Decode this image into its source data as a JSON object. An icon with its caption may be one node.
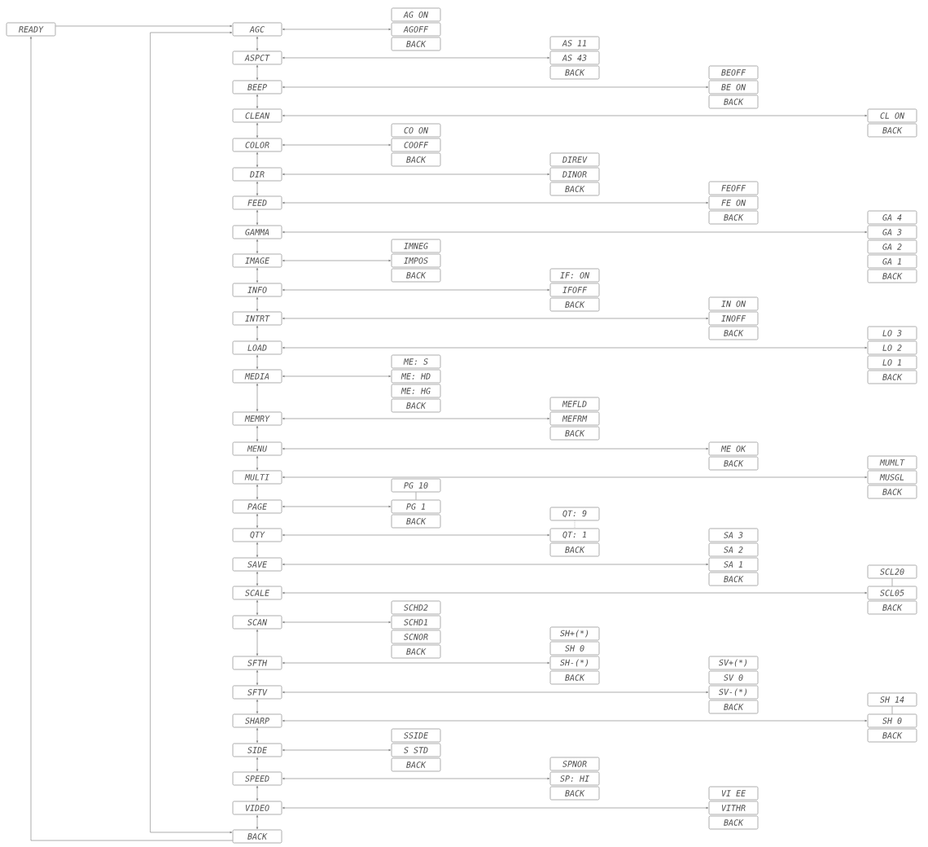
{
  "diagram": {
    "nodes": [
      {
        "text": [
          "READY"
        ]
      },
      {
        "text": [
          "AGC"
        ]
      },
      {
        "text": [
          "AG ON"
        ]
      },
      {
        "text": [
          "AGOFF"
        ]
      },
      {
        "text": [
          "BACK"
        ]
      },
      {
        "text": [
          "ASPCT"
        ]
      },
      {
        "text": [
          "AS 11"
        ]
      },
      {
        "text": [
          "AS 43"
        ]
      },
      {
        "text": [
          "BACK"
        ]
      },
      {
        "text": [
          "BEEP"
        ]
      },
      {
        "text": [
          "BEOFF"
        ]
      },
      {
        "text": [
          "BE ON"
        ]
      },
      {
        "text": [
          "BACK"
        ]
      },
      {
        "text": [
          "CLEAN"
        ]
      },
      {
        "text": [
          "CL ON"
        ]
      },
      {
        "text": [
          "BACK"
        ]
      },
      {
        "text": [
          "COLOR"
        ]
      },
      {
        "text": [
          "CO ON"
        ]
      },
      {
        "text": [
          "COOFF"
        ]
      },
      {
        "text": [
          "BACK"
        ]
      },
      {
        "text": [
          "DIR"
        ]
      },
      {
        "text": [
          "DIREV"
        ]
      },
      {
        "text": [
          "DINOR"
        ]
      },
      {
        "text": [
          "BACK"
        ]
      },
      {
        "text": [
          "FEED"
        ]
      },
      {
        "text": [
          "FEOFF"
        ]
      },
      {
        "text": [
          "FE ON"
        ]
      },
      {
        "text": [
          "BACK"
        ]
      },
      {
        "text": [
          "GAMMA"
        ]
      },
      {
        "text": [
          "GA 4"
        ]
      },
      {
        "text": [
          "GA 3"
        ]
      },
      {
        "text": [
          "GA 2"
        ]
      },
      {
        "text": [
          "GA 1"
        ]
      },
      {
        "text": [
          "BACK"
        ]
      },
      {
        "text": [
          "IMAGE"
        ]
      },
      {
        "text": [
          "IMNEG"
        ]
      },
      {
        "text": [
          "IMPOS"
        ]
      },
      {
        "text": [
          "BACK"
        ]
      },
      {
        "text": [
          "INFO"
        ]
      },
      {
        "text": [
          "IF: ON"
        ]
      },
      {
        "text": [
          "IFOFF"
        ]
      },
      {
        "text": [
          "BACK"
        ]
      },
      {
        "text": [
          "INTRT"
        ]
      },
      {
        "text": [
          "IN ON"
        ]
      },
      {
        "text": [
          "INOFF"
        ]
      },
      {
        "text": [
          "BACK"
        ]
      },
      {
        "text": [
          "LOAD"
        ]
      },
      {
        "text": [
          "LO 3"
        ]
      },
      {
        "text": [
          "LO 2"
        ]
      },
      {
        "text": [
          "LO 1"
        ]
      },
      {
        "text": [
          "BACK"
        ]
      },
      {
        "text": [
          "MEDIA"
        ]
      },
      {
        "text": [
          "ME: S"
        ]
      },
      {
        "text": [
          "ME: HD"
        ]
      },
      {
        "text": [
          "ME: HG"
        ]
      },
      {
        "text": [
          "BACK"
        ]
      },
      {
        "text": [
          "MEMRY"
        ]
      },
      {
        "text": [
          "MEFLD"
        ]
      },
      {
        "text": [
          "MEFRM"
        ]
      },
      {
        "text": [
          "BACK"
        ]
      },
      {
        "text": [
          "MENU"
        ]
      },
      {
        "text": [
          "ME OK"
        ]
      },
      {
        "text": [
          "BACK"
        ]
      },
      {
        "text": [
          "MULTI"
        ]
      },
      {
        "text": [
          "MUMLT"
        ]
      },
      {
        "text": [
          "MUSGL"
        ]
      },
      {
        "text": [
          "BACK"
        ]
      },
      {
        "text": [
          "PAGE"
        ]
      },
      {
        "text": [
          "PG 10"
        ]
      },
      {
        "text": [
          "PG 1"
        ]
      },
      {
        "text": [
          "BACK"
        ]
      },
      {
        "text": [
          "QTY"
        ]
      },
      {
        "text": [
          "QT: 9"
        ]
      },
      {
        "text": [
          "QT: 1"
        ]
      },
      {
        "text": [
          "BACK"
        ]
      },
      {
        "text": [
          "SAVE"
        ]
      },
      {
        "text": [
          "SA 3"
        ]
      },
      {
        "text": [
          "SA 2"
        ]
      },
      {
        "text": [
          "SA 1"
        ]
      },
      {
        "text": [
          "BACK"
        ]
      },
      {
        "text": [
          "SCALE"
        ]
      },
      {
        "text": [
          "SCL20"
        ]
      },
      {
        "text": [
          "SCL05"
        ]
      },
      {
        "text": [
          "BACK"
        ]
      },
      {
        "text": [
          "SCAN"
        ]
      },
      {
        "text": [
          "SCHD2"
        ]
      },
      {
        "text": [
          "SCHD1"
        ]
      },
      {
        "text": [
          "SCNOR"
        ]
      },
      {
        "text": [
          "BACK"
        ]
      },
      {
        "text": [
          "SFTH"
        ]
      },
      {
        "text": [
          "SH+(*)"
        ]
      },
      {
        "text": [
          "SH 0"
        ]
      },
      {
        "text": [
          "SH-(*)"
        ]
      },
      {
        "text": [
          "BACK"
        ]
      },
      {
        "text": [
          "SFTV"
        ]
      },
      {
        "text": [
          "SV+(*)"
        ]
      },
      {
        "text": [
          "SV 0"
        ]
      },
      {
        "text": [
          "SV-(*)"
        ]
      },
      {
        "text": [
          "BACK"
        ]
      },
      {
        "text": [
          "SHARP"
        ]
      },
      {
        "text": [
          "SH 14"
        ]
      },
      {
        "text": [
          "SH 0"
        ]
      },
      {
        "text": [
          "BACK"
        ]
      },
      {
        "text": [
          "SIDE"
        ]
      },
      {
        "text": [
          "SSIDE"
        ]
      },
      {
        "text": [
          "S STD"
        ]
      },
      {
        "text": [
          "BACK"
        ]
      },
      {
        "text": [
          "SPEED"
        ]
      },
      {
        "text": [
          "SPNOR"
        ]
      },
      {
        "text": [
          "SP: HI"
        ]
      },
      {
        "text": [
          "BACK"
        ]
      },
      {
        "text": [
          "VIDEO"
        ]
      },
      {
        "text": [
          "VI EE"
        ]
      },
      {
        "text": [
          "VITHR"
        ]
      },
      {
        "text": [
          "BACK"
        ]
      },
      {
        "text": [
          "BACK"
        ]
      }
    ],
    "edges": [
      {
        "from": 0,
        "to": 1,
        "arrow": "to"
      },
      {
        "from": 115,
        "to": 1,
        "arrow": "both"
      },
      {
        "from": 115,
        "to": 0,
        "arrow": "to"
      },
      {
        "from": 1,
        "to": 5,
        "arrow": "both"
      },
      {
        "from": 5,
        "to": 9,
        "arrow": "both"
      },
      {
        "from": 9,
        "to": 13,
        "arrow": "both"
      },
      {
        "from": 13,
        "to": 16,
        "arrow": "both"
      },
      {
        "from": 16,
        "to": 20,
        "arrow": "both"
      },
      {
        "from": 20,
        "to": 24,
        "arrow": "both"
      },
      {
        "from": 24,
        "to": 28,
        "arrow": "both"
      },
      {
        "from": 28,
        "to": 34,
        "arrow": "both"
      },
      {
        "from": 34,
        "to": 38,
        "arrow": "both"
      },
      {
        "from": 38,
        "to": 42,
        "arrow": "both"
      },
      {
        "from": 42,
        "to": 46,
        "arrow": "both"
      },
      {
        "from": 46,
        "to": 51,
        "arrow": "both"
      },
      {
        "from": 51,
        "to": 56,
        "arrow": "both"
      },
      {
        "from": 56,
        "to": 60,
        "arrow": "both"
      },
      {
        "from": 60,
        "to": 63,
        "arrow": "both"
      },
      {
        "from": 63,
        "to": 67,
        "arrow": "both"
      },
      {
        "from": 67,
        "to": 71,
        "arrow": "both"
      },
      {
        "from": 71,
        "to": 75,
        "arrow": "both"
      },
      {
        "from": 75,
        "to": 80,
        "arrow": "both"
      },
      {
        "from": 80,
        "to": 84,
        "arrow": "both"
      },
      {
        "from": 84,
        "to": 89,
        "arrow": "both"
      },
      {
        "from": 89,
        "to": 94,
        "arrow": "both"
      },
      {
        "from": 94,
        "to": 99,
        "arrow": "both"
      },
      {
        "from": 99,
        "to": 103,
        "arrow": "both"
      },
      {
        "from": 103,
        "to": 107,
        "arrow": "both"
      },
      {
        "from": 107,
        "to": 111,
        "arrow": "both"
      },
      {
        "from": 111,
        "to": 115,
        "arrow": "both"
      },
      {
        "from": 1,
        "to": 3,
        "arrow": "both"
      },
      {
        "from": 5,
        "to": 7,
        "arrow": "both"
      },
      {
        "from": 9,
        "to": 11,
        "arrow": "both"
      },
      {
        "from": 13,
        "to": 14,
        "arrow": "both"
      },
      {
        "from": 16,
        "to": 18,
        "arrow": "both"
      },
      {
        "from": 20,
        "to": 22,
        "arrow": "both"
      },
      {
        "from": 24,
        "to": 26,
        "arrow": "both"
      },
      {
        "from": 28,
        "to": 30,
        "arrow": "both"
      },
      {
        "from": 34,
        "to": 36,
        "arrow": "both"
      },
      {
        "from": 38,
        "to": 40,
        "arrow": "both"
      },
      {
        "from": 42,
        "to": 44,
        "arrow": "both"
      },
      {
        "from": 46,
        "to": 48,
        "arrow": "both"
      },
      {
        "from": 51,
        "to": 53,
        "arrow": "both"
      },
      {
        "from": 56,
        "to": 58,
        "arrow": "both"
      },
      {
        "from": 60,
        "to": 61,
        "arrow": "both"
      },
      {
        "from": 63,
        "to": 65,
        "arrow": "both"
      },
      {
        "from": 67,
        "to": 69,
        "arrow": "both"
      },
      {
        "from": 71,
        "to": 73,
        "arrow": "both"
      },
      {
        "from": 75,
        "to": 78,
        "arrow": "both"
      },
      {
        "from": 80,
        "to": 82,
        "arrow": "both"
      },
      {
        "from": 84,
        "to": 86,
        "arrow": "both"
      },
      {
        "from": 89,
        "to": 92,
        "arrow": "both"
      },
      {
        "from": 94,
        "to": 97,
        "arrow": "both"
      },
      {
        "from": 99,
        "to": 101,
        "arrow": "both"
      },
      {
        "from": 103,
        "to": 105,
        "arrow": "both"
      },
      {
        "from": 107,
        "to": 109,
        "arrow": "both"
      },
      {
        "from": 111,
        "to": 113,
        "arrow": "both"
      },
      {
        "from": 68,
        "to": 69,
        "arrow": "none"
      },
      {
        "from": 72,
        "to": 73,
        "arrow": "none",
        "style": "dashed"
      },
      {
        "from": 81,
        "to": 82,
        "arrow": "none"
      },
      {
        "from": 100,
        "to": 101,
        "arrow": "none"
      }
    ]
  }
}
